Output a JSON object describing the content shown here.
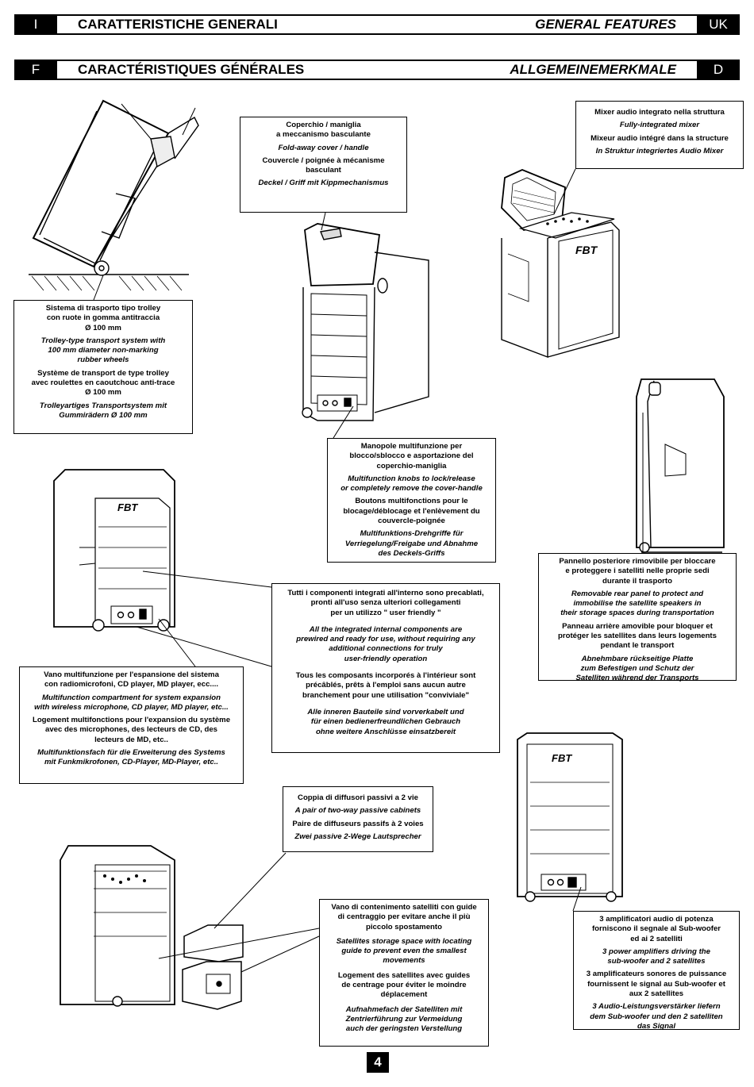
{
  "header1": {
    "left_code": "I",
    "left_title": "CARATTERISTICHE GENERALI",
    "right_title": "GENERAL FEATURES",
    "right_code": "UK"
  },
  "header2": {
    "left_code": "F",
    "left_title": "CARACTÉRISTIQUES GÉNÉRALES",
    "right_title": "ALLGEMEINEMERKMALE",
    "right_code": "D"
  },
  "brand": "FBT",
  "page_number": "4",
  "callouts": {
    "cover": {
      "it": "Coperchio / maniglia\na meccanismo basculante",
      "en": "Fold-away cover / handle",
      "fr": "Couvercle / poignée à mécanisme\nbasculant",
      "de": "Deckel / Griff mit Kippmechanismus"
    },
    "mixer": {
      "it": "Mixer audio integrato nella struttura",
      "en": "Fully-integrated mixer",
      "fr": "Mixeur audio intégré dans la structure",
      "de": "In Struktur integriertes Audio Mixer"
    },
    "trolley": {
      "it": "Sistema di trasporto tipo trolley\ncon ruote in gomma antitraccia\nØ 100 mm",
      "en": "Trolley-type transport system with\n100 mm diameter non-marking\nrubber wheels",
      "fr": "Système de transport de type trolley\navec roulettes en caoutchouc anti-trace\nØ 100 mm",
      "de": "Trolleyartiges Transportsystem mit\nGummirädern Ø 100 mm"
    },
    "knobs": {
      "it": "Manopole multifunzione per\nblocco/sblocco e asportazione del\ncoperchio-maniglia",
      "en": "Multifunction knobs to lock/release\nor completely remove the cover-handle",
      "fr": "Boutons multifonctions pour le\nblocage/déblocage et l'enlèvement du\ncouvercle-poignée",
      "de": "Multifunktions-Drehgriffe für\nVerriegelung/Freigabe und Abnahme\ndes Deckels-Griffs"
    },
    "rear_panel": {
      "it": "Pannello posteriore rimovibile per bloccare\ne proteggere i satelliti nelle proprie sedi\ndurante il trasporto",
      "en": "Removable rear panel to protect and\nimmobilise the satellite speakers in\ntheir storage spaces during transportation",
      "fr": "Panneau arrière amovible pour bloquer et\nprotéger les satellites dans leurs logements\npendant le transport",
      "de": "Abnehmbare rückseitige Platte\nzum Befestigen und Schutz der\nSatelliten während der Transports"
    },
    "prewired": {
      "it": "Tutti i componenti integrati all'interno sono precablati,\npronti all'uso senza ulteriori collegamenti\nper un utilizzo \" user friendly \"",
      "en": "All the integrated internal components are\nprewired and ready for use, without requiring any\nadditional connections for truly\nuser-friendly operation",
      "fr": "Tous les composants incorporés à l'intérieur sont\nprécâblés, prêts à l'emploi sans aucun autre\nbranchement pour une utilisation \"conviviale\"",
      "de": "Alle inneren Bauteile sind vorverkabelt und\nfür einen bedienerfreundlichen Gebrauch\nohne weitere Anschlüsse einsatzbereit"
    },
    "compartment": {
      "it": "Vano multifunzione per l'espansione del sistema\ncon radiomicrofoni, CD player, MD player, ecc....",
      "en": "Multifunction compartment for system expansion\nwith wireless microphone, CD player, MD player, etc...",
      "fr": "Logement multifonctions pour l'expansion du système\navec des microphones, des lecteurs de CD, des\nlecteurs de MD, etc..",
      "de": "Multifunktionsfach für die Erweiterung des Systems\nmit Funkmikrofonen, CD-Player, MD-Player, etc.."
    },
    "passive": {
      "it": "Coppia di diffusori passivi a 2 vie",
      "en": "A pair of two-way passive cabinets",
      "fr": "Paire de diffuseurs passifs à 2 voies",
      "de": "Zwei passive 2-Wege Lautsprecher"
    },
    "storage": {
      "it": "Vano di contenimento satelliti con guide\ndi centraggio per evitare anche il più\npiccolo spostamento",
      "en": "Satellites storage space with locating\nguide to prevent even the smallest\nmovements",
      "fr": "Logement des satellites avec guides\nde centrage pour éviter le moindre\ndéplacement",
      "de": "Aufnahmefach der Satelliten mit\nZentrierführung zur Vermeidung\nauch der geringsten Verstellung"
    },
    "amps": {
      "it": "3 amplificatori audio di potenza\nforniscono il segnale al Sub-woofer\ned ai 2 satelliti",
      "en": "3 power amplifiers driving the\nsub-woofer and 2 satellites",
      "fr": "3 amplificateurs sonores de puissance\nfournissent le signal au Sub-woofer et\naux 2 satellites",
      "de": "3 Audio-Leistungsverstärker liefern\ndem Sub-woofer und den 2 satelliten\ndas Signal"
    }
  }
}
